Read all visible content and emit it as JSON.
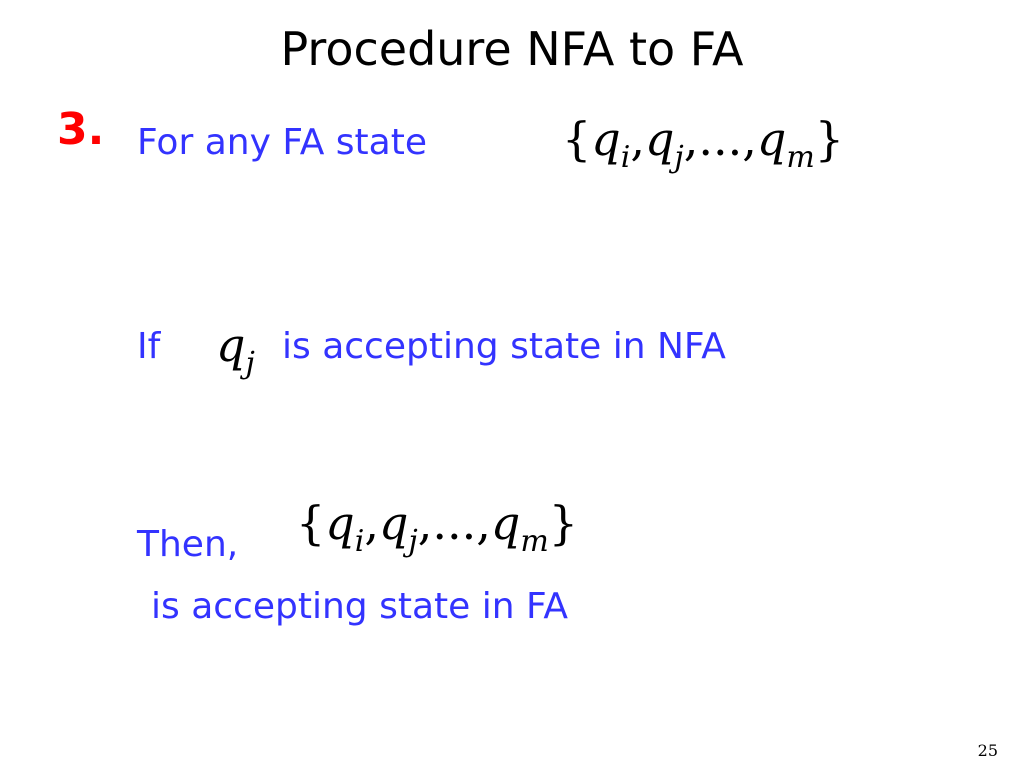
{
  "slide": {
    "title": "Procedure NFA to FA",
    "step_number": "3.",
    "line1_text": "For any FA state",
    "line2_prefix": "If",
    "line2_suffix": "is accepting state in NFA",
    "line3_prefix": "Then,",
    "line4_text": "is accepting state in FA",
    "page_number": "25"
  },
  "math": {
    "open_brace": "{",
    "close_brace": "}",
    "q": "q",
    "sub_i": "i",
    "sub_j": "j",
    "sub_m": "m",
    "comma": ",",
    "ellipsis_sep": ",...,"
  },
  "colors": {
    "title": "#000000",
    "step_number": "#ff0000",
    "body_text": "#3333ff",
    "math": "#000000"
  }
}
